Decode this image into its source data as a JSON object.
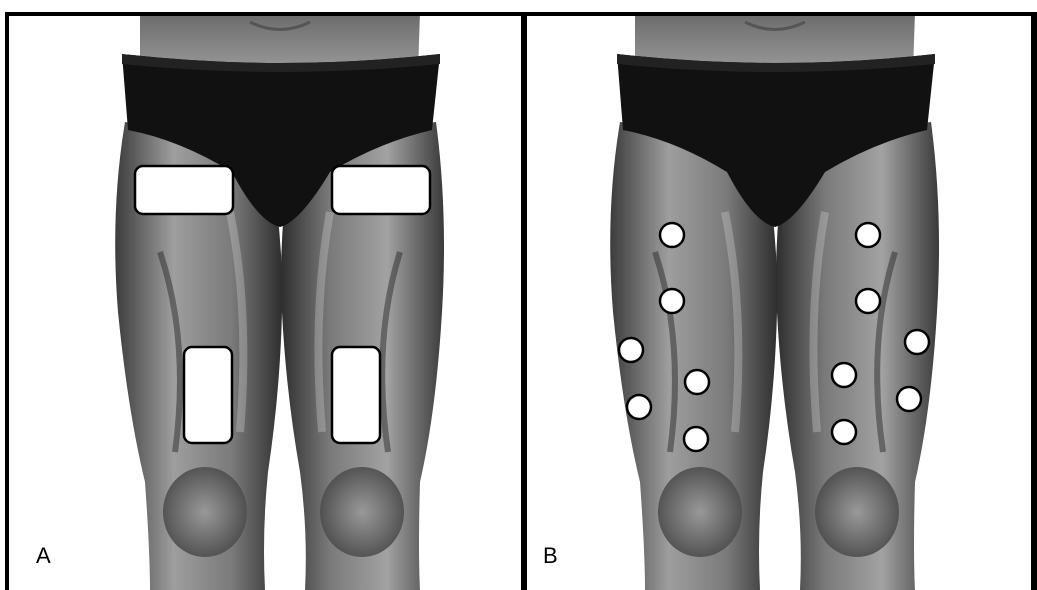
{
  "panels": [
    {
      "id": "A",
      "label": "A",
      "electrode_shape": "rectangle",
      "electrode_count": 4
    },
    {
      "id": "B",
      "label": "B",
      "electrode_shape": "circle",
      "electrode_count": 12
    }
  ],
  "colors": {
    "border": "#000000",
    "electrode_fill": "#ffffff",
    "electrode_stroke": "#000000",
    "briefs": "#111111",
    "skin_light": "#9a9a9a",
    "skin_dark": "#3a3a3a"
  }
}
